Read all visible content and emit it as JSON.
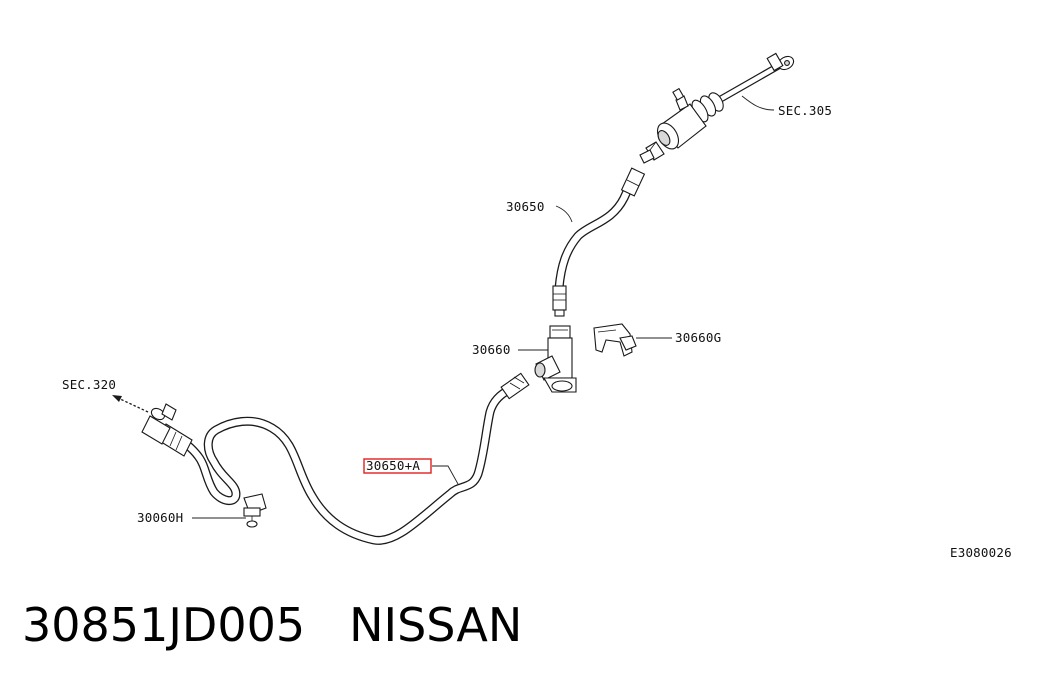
{
  "diagram": {
    "labels": {
      "sec_305": "SEC.305",
      "p30650": "30650",
      "p30660": "30660",
      "p30660g": "30660G",
      "sec_320": "SEC.320",
      "p30650a": "30650+A",
      "p30060h": "30060H",
      "figure_code": "E3080026"
    },
    "highlight_color": "#e02020"
  },
  "caption": {
    "part_number": "30851JD005",
    "brand": "NISSAN"
  }
}
